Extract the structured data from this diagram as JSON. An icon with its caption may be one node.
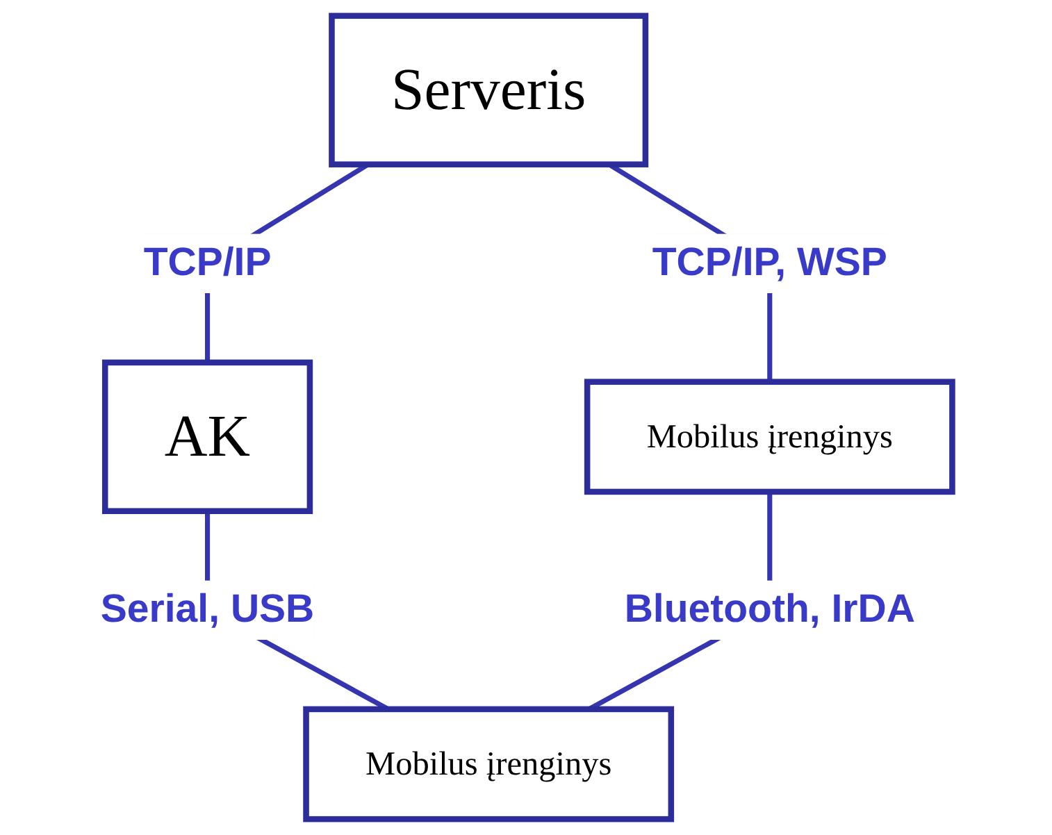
{
  "diagram": {
    "nodes": [
      {
        "text": [
          "Serveris"
        ]
      },
      {
        "text": [
          "AK"
        ]
      },
      {
        "text": [
          "Mobilus įrenginys"
        ]
      },
      {
        "text": [
          "Mobilus įrenginys"
        ]
      }
    ],
    "edges": [
      {
        "from": 0,
        "to": 2,
        "arrow": "none",
        "label": "TCP/IP, WSP"
      },
      {
        "from": 0,
        "to": 1,
        "arrow": "none",
        "label": "TCP/IP"
      },
      {
        "from": 1,
        "to": 3,
        "arrow": "none",
        "label": "Serial, USB"
      },
      {
        "from": 2,
        "to": 3,
        "arrow": "none",
        "label": "Bluetooth, IrDA"
      }
    ]
  }
}
